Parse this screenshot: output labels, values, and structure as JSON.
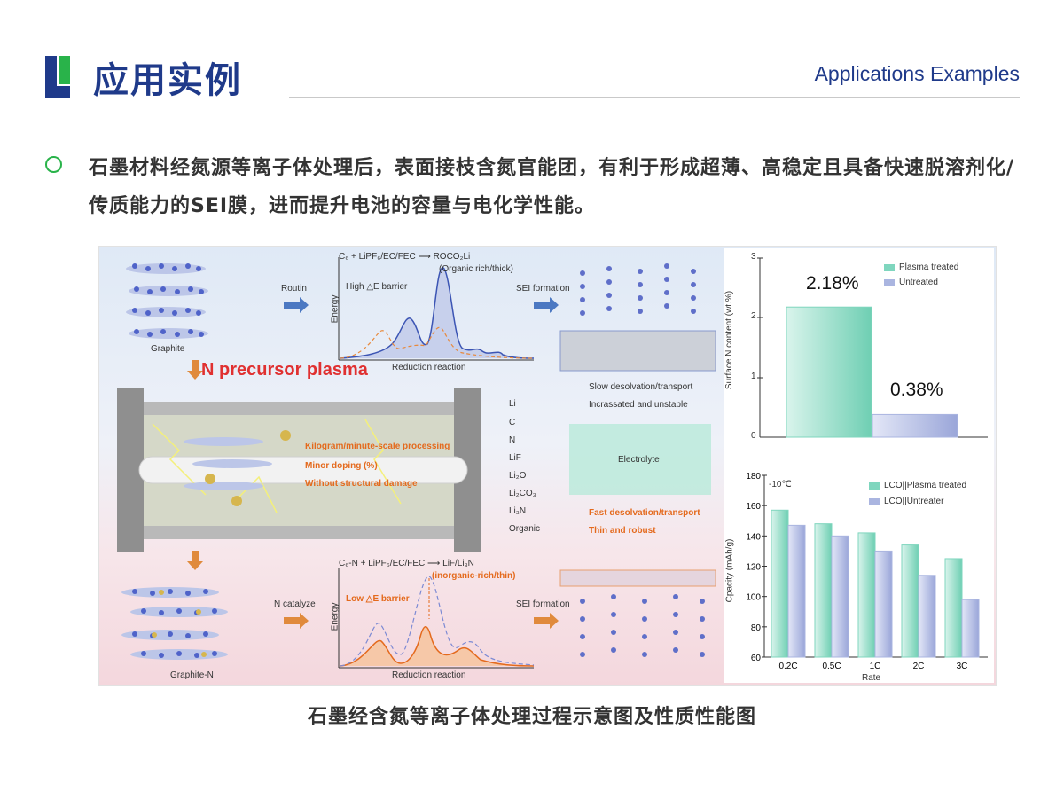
{
  "header": {
    "title": "应用实例",
    "subtitle": "Applications Examples",
    "brand_blue": "#1f3a8a",
    "brand_green": "#29b34a"
  },
  "body_text": "石墨材料经氮源等离子体处理后，表面接枝含氮官能团，有利于形成超薄、高稳定且具备快速脱溶剂化/传质能力的SEI膜，进而提升电池的容量与电化学性能。",
  "figure": {
    "caption": "石墨经含氮等离子体处理过程示意图及性质性能图",
    "graphite_label": "Graphite",
    "graphite_n_label": "Graphite-N",
    "routin_label": "Routin",
    "n_catalyze_label": "N catalyze",
    "plasma_label": "N precursor plasma",
    "top_reaction": "C₆ + LiPF₆/EC/FEC  ⟶  ROCO₂Li",
    "top_product": "(Organic rich/thick)",
    "high_barrier": "High △E barrier",
    "bottom_reaction": "C₆-N + LiPF₆/EC/FEC ⟶ LiF/Li₃N",
    "bottom_product": "(inorganic-rich/thin)",
    "low_barrier": "Low △E barrier",
    "energy_label": "Energy",
    "reduction_label": "Reduction reaction",
    "sei_formation_top": "SEI formation",
    "sei_formation_bottom": "SEI formation",
    "features": [
      "Kilogram/minute-scale processing",
      "Minor doping (%)",
      "Without structural damage"
    ],
    "legend": [
      "Li",
      "C",
      "N",
      "LiF",
      "Li₂O",
      "Li₂CO₃",
      "Li₃N",
      "Organic"
    ],
    "top_notes": [
      "Slow desolvation/transport",
      "Incrassated and unstable"
    ],
    "electrolyte_label": "Electrolyte",
    "bottom_notes": [
      "Fast desolvation/transport",
      "Thin and robust"
    ]
  },
  "chart_data": [
    {
      "type": "bar",
      "ylabel": "Surface N content (wt.%)",
      "ylim": [
        0,
        3
      ],
      "yticks": [
        "0",
        "1",
        "2",
        "3"
      ],
      "series": [
        {
          "name": "Plasma treated",
          "values": [
            2.18
          ],
          "label": "2.18%",
          "color": "#7fd6be"
        },
        {
          "name": "Untreated",
          "values": [
            0.38
          ],
          "label": "0.38%",
          "color": "#aab5e0"
        }
      ]
    },
    {
      "type": "bar",
      "annotation": "-10℃",
      "xlabel": "Rate",
      "ylabel": "Cpacity (mAh/g)",
      "ylim": [
        60,
        180
      ],
      "yticks": [
        "60",
        "80",
        "100",
        "120",
        "140",
        "160",
        "180"
      ],
      "categories": [
        "0.2C",
        "0.5C",
        "1C",
        "2C",
        "3C"
      ],
      "series": [
        {
          "name": "LCO||Plasma treated",
          "values": [
            157,
            148,
            142,
            134,
            125
          ],
          "color": "#7fd6be"
        },
        {
          "name": "LCO||Untreater",
          "values": [
            147,
            140,
            130,
            114,
            98
          ],
          "color": "#aab5e0"
        }
      ]
    }
  ]
}
